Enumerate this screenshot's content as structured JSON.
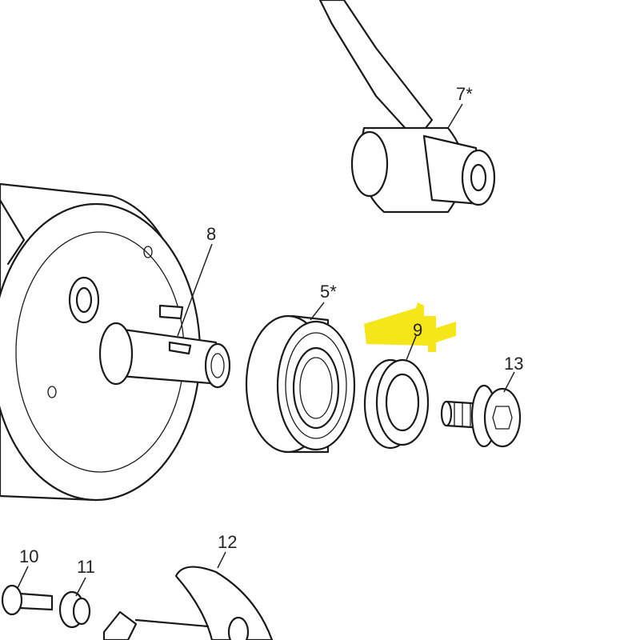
{
  "colors": {
    "highlight": "#f5e61a",
    "line": "#1a1a1a"
  },
  "callouts": [
    {
      "id": "connecting-rod",
      "label": "7*"
    },
    {
      "id": "woodruff-key",
      "label": "8"
    },
    {
      "id": "bearing",
      "label": "5*"
    },
    {
      "id": "seal-ring",
      "label": "9",
      "highlighted": true
    },
    {
      "id": "screw",
      "label": "13"
    },
    {
      "id": "bolt",
      "label": "10"
    },
    {
      "id": "washer",
      "label": "11"
    },
    {
      "id": "cover",
      "label": "12"
    }
  ]
}
